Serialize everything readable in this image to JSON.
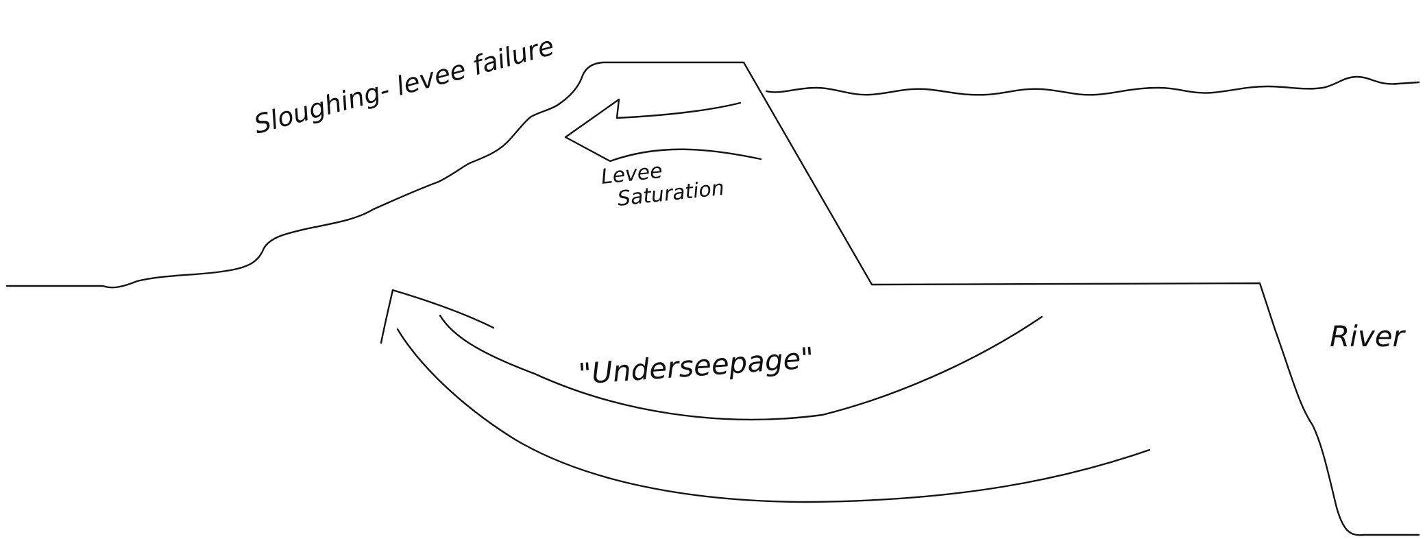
{
  "labels": {
    "sloughing": "Sloughing- levee failure",
    "levee_saturation_line1": "Levee",
    "levee_saturation_line2": "Saturation",
    "underseepage": "\"Underseepage\"",
    "river": "River"
  },
  "colors": {
    "ink": "#111111",
    "background": "#ffffff"
  }
}
